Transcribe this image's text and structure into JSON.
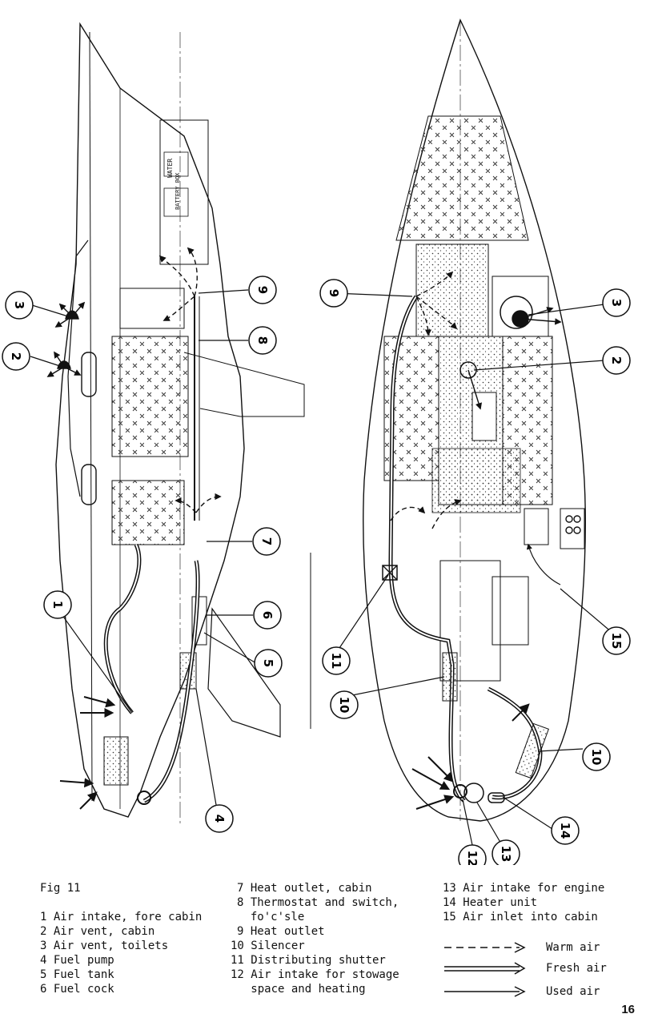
{
  "figure": {
    "title": "Fig 11",
    "callout_numbers": [
      "1",
      "2",
      "3",
      "4",
      "5",
      "6",
      "7",
      "8",
      "9",
      "10",
      "11",
      "12",
      "13",
      "14",
      "15"
    ],
    "hull_labels": [
      "WATER",
      "BATTERY BOX"
    ],
    "legend_items": [
      "1 Air intake, fore cabin",
      "2 Air vent, cabin",
      "3 Air vent, toilets",
      "4 Fuel pump",
      "5 Fuel tank",
      "6 Fuel cock",
      "7 Heat outlet, cabin",
      "8 Thermostat and switch,",
      "  fo'c'sle",
      "9 Heat outlet",
      "10 Silencer",
      "11 Distributing shutter",
      "12 Air intake for stowage",
      "   space and heating",
      "13 Air intake for engine",
      "14 Heater unit",
      "15 Air inlet into cabin"
    ],
    "air_legend": [
      {
        "label": "Warm air",
        "style": "dashed"
      },
      {
        "label": "Fresh air",
        "style": "double"
      },
      {
        "label": "Used air",
        "style": "solid"
      }
    ],
    "page_number": "16"
  }
}
